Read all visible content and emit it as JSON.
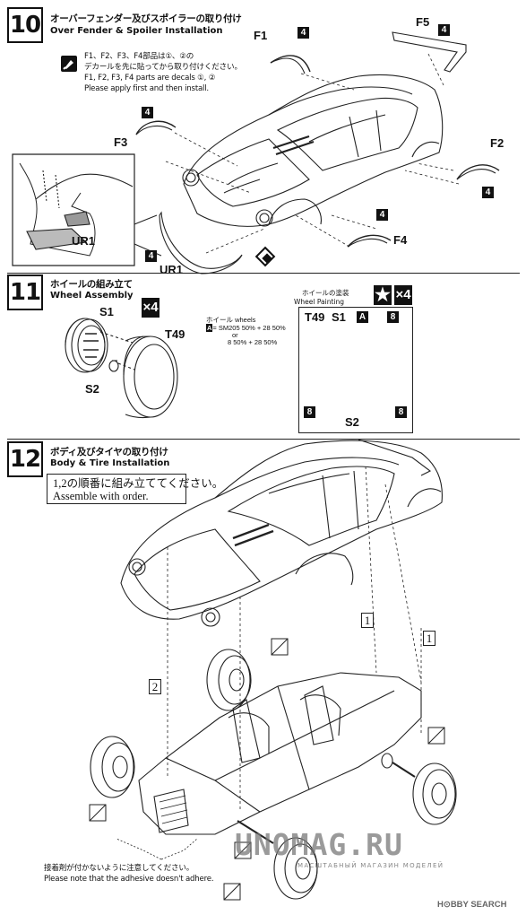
{
  "steps": [
    {
      "number": "10",
      "title_jp": "オーバーフェンダー及びスポイラーの取り付け",
      "title_en": "Over Fender & Spoiler Installation"
    },
    {
      "number": "11",
      "title_jp": "ホイールの組み立て",
      "title_en": "Wheel Assembly"
    },
    {
      "number": "12",
      "title_jp": "ボディ及びタイヤの取り付け",
      "title_en": "Body & Tire Installation"
    }
  ],
  "step10": {
    "decal_note_jp_1": "F1、F2、F3、F4部品は①、②の",
    "decal_note_jp_2": "デカールを先に貼ってから取り付けください。",
    "decal_note_en_1": "F1, F2, F3, F4 parts are decals ①, ②",
    "decal_note_en_2": "Please apply first and then install.",
    "parts": [
      "F1",
      "F2",
      "F3",
      "F4",
      "F5",
      "UR1",
      "UR1"
    ],
    "badge": "4"
  },
  "step11": {
    "parts": [
      "S1",
      "S2",
      "T49"
    ],
    "quantity": "×4",
    "mix_title": "ホイール wheels",
    "mix_line1_code": "A",
    "mix_line1": "= SM205 50% + 28 50%",
    "mix_or": "or",
    "mix_line2": "8 50% + 28 50%",
    "paint_title_jp": "ホイールの塗装",
    "paint_title_en": "Wheel Painting",
    "paint_labels": [
      "T49",
      "S1",
      "S2"
    ],
    "paint_badges": [
      "A",
      "8",
      "8",
      "8"
    ],
    "star": "★"
  },
  "step12": {
    "order_jp": "1,2の順番に組み立ててください。",
    "order_en": "Assemble with order.",
    "seq": [
      "1",
      "1",
      "2"
    ],
    "adhesive_jp": "接着剤が付かないように注意してください。",
    "adhesive_en": "Please note that the adhesive doesn't adhere."
  },
  "watermark": {
    "main": "UNOMAG.RU",
    "sub": "МАСШТАБНЫЙ МАГАЗИН МОДЕЛЕЙ",
    "corner": "H⊙BBY SEARCH"
  }
}
